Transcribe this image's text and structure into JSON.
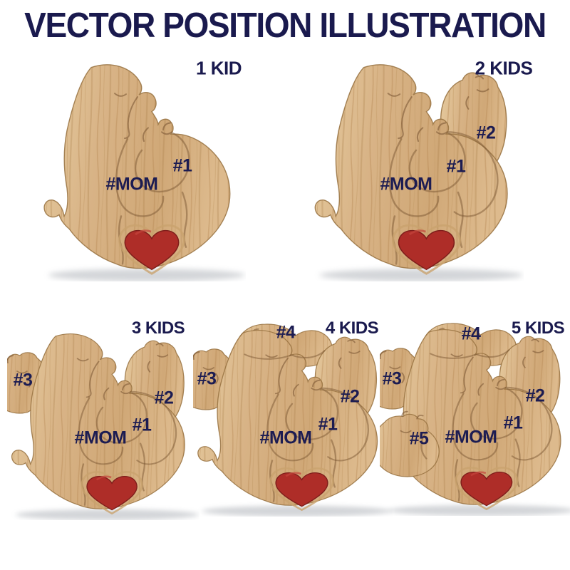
{
  "title": "VECTOR POSITION ILLUSTRATION",
  "colors": {
    "navy_text": "#1a1a4e",
    "wood_light": "#e2c396",
    "wood_mid": "#d2ab7c",
    "wood_streak": "#b5854f",
    "heart_red": "#ae2d28",
    "background": "#ffffff"
  },
  "puzzles": [
    {
      "header": "1 KID",
      "kids": 1,
      "labels": {
        "mom": "#MOM",
        "k1": "#1"
      }
    },
    {
      "header": "2 KIDS",
      "kids": 2,
      "labels": {
        "mom": "#MOM",
        "k1": "#1",
        "k2": "#2"
      }
    },
    {
      "header": "3 KIDS",
      "kids": 3,
      "labels": {
        "mom": "#MOM",
        "k1": "#1",
        "k2": "#2",
        "k3": "#3"
      }
    },
    {
      "header": "4 KIDS",
      "kids": 4,
      "labels": {
        "mom": "#MOM",
        "k1": "#1",
        "k2": "#2",
        "k3": "#3",
        "k4": "#4"
      }
    },
    {
      "header": "5 KIDS",
      "kids": 5,
      "labels": {
        "mom": "#MOM",
        "k1": "#1",
        "k2": "#2",
        "k3": "#3",
        "k4": "#4",
        "k5": "#5"
      }
    }
  ]
}
